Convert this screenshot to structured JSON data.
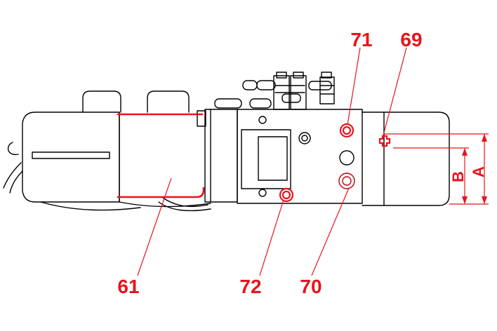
{
  "callouts": {
    "c61": "61",
    "c69": "69",
    "c70": "70",
    "c71": "71",
    "c72": "72"
  },
  "dimensions": {
    "a": "A",
    "b": "B"
  },
  "colors": {
    "line": "#000000",
    "accent": "#e8141b",
    "background": "#ffffff"
  }
}
